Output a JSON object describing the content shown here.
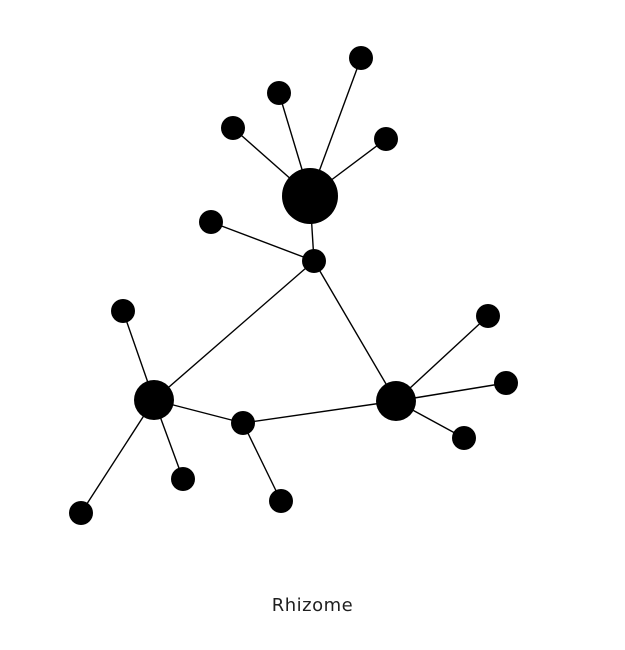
{
  "caption": "Rhizome",
  "colors": {
    "node": "#000000",
    "edge": "#000000",
    "background": "#ffffff",
    "text": "#1f1f1f"
  },
  "nodes": [
    {
      "id": "hub-top",
      "type": "hub"
    },
    {
      "id": "leaf-top-1",
      "type": "leaf"
    },
    {
      "id": "leaf-top-2",
      "type": "leaf"
    },
    {
      "id": "leaf-top-3",
      "type": "leaf"
    },
    {
      "id": "leaf-top-4",
      "type": "leaf"
    },
    {
      "id": "junction-center",
      "type": "junction"
    },
    {
      "id": "leaf-center-left",
      "type": "leaf"
    },
    {
      "id": "hub-left",
      "type": "hub"
    },
    {
      "id": "leaf-left-top",
      "type": "leaf"
    },
    {
      "id": "leaf-left-bottom",
      "type": "leaf"
    },
    {
      "id": "leaf-left-lower",
      "type": "leaf"
    },
    {
      "id": "junction-bottom",
      "type": "junction"
    },
    {
      "id": "leaf-bottom",
      "type": "leaf"
    },
    {
      "id": "hub-right",
      "type": "hub"
    },
    {
      "id": "leaf-right-top",
      "type": "leaf"
    },
    {
      "id": "leaf-right-mid",
      "type": "leaf"
    },
    {
      "id": "leaf-right-bottom",
      "type": "leaf"
    }
  ],
  "edges": [
    [
      "hub-top",
      "leaf-top-1"
    ],
    [
      "hub-top",
      "leaf-top-2"
    ],
    [
      "hub-top",
      "leaf-top-3"
    ],
    [
      "hub-top",
      "leaf-top-4"
    ],
    [
      "hub-top",
      "junction-center"
    ],
    [
      "junction-center",
      "leaf-center-left"
    ],
    [
      "junction-center",
      "hub-left"
    ],
    [
      "junction-center",
      "hub-right"
    ],
    [
      "hub-left",
      "leaf-left-top"
    ],
    [
      "hub-left",
      "leaf-left-bottom"
    ],
    [
      "hub-left",
      "leaf-left-lower"
    ],
    [
      "hub-left",
      "junction-bottom"
    ],
    [
      "junction-bottom",
      "leaf-bottom"
    ],
    [
      "junction-bottom",
      "hub-right"
    ],
    [
      "hub-right",
      "leaf-right-top"
    ],
    [
      "hub-right",
      "leaf-right-mid"
    ],
    [
      "hub-right",
      "leaf-right-bottom"
    ]
  ]
}
